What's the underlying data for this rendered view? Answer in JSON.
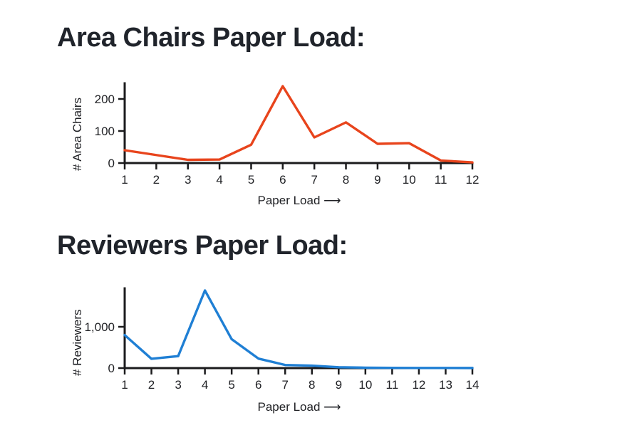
{
  "page": {
    "background_color": "#ffffff",
    "text_color": "#202124"
  },
  "charts": [
    {
      "id": "area-chairs",
      "title": "Area Chairs Paper Load:",
      "ylabel": "# Area Chairs",
      "xlabel": "Paper Load ⟶",
      "line_color": "#e8441c",
      "y_ticks": [
        "0",
        "100",
        "200"
      ],
      "x_ticks": [
        "1",
        "2",
        "3",
        "4",
        "5",
        "6",
        "7",
        "8",
        "9",
        "10",
        "11",
        "12"
      ]
    },
    {
      "id": "reviewers",
      "title": "Reviewers Paper Load:",
      "ylabel": "# Reviewers",
      "xlabel": "Paper Load ⟶",
      "line_color": "#1f7fd4",
      "y_ticks": [
        "0",
        "1,000"
      ],
      "x_ticks": [
        "1",
        "2",
        "3",
        "4",
        "5",
        "6",
        "7",
        "8",
        "9",
        "10",
        "11",
        "12",
        "13",
        "14"
      ]
    }
  ],
  "chart_data": [
    {
      "type": "line",
      "title": "Area Chairs Paper Load:",
      "xlabel": "Paper Load ⟶",
      "ylabel": "# Area Chairs",
      "x": [
        1,
        2,
        3,
        4,
        5,
        6,
        7,
        8,
        9,
        10,
        11,
        12
      ],
      "values": [
        40,
        25,
        10,
        11,
        57,
        240,
        80,
        127,
        60,
        62,
        8,
        2
      ],
      "categories": [
        "1",
        "2",
        "3",
        "4",
        "5",
        "6",
        "7",
        "8",
        "9",
        "10",
        "11",
        "12"
      ],
      "xlim": [
        1,
        12
      ],
      "ylim": [
        0,
        260
      ],
      "y_tick_values": [
        0,
        100,
        200
      ],
      "x_tick_values": [
        1,
        2,
        3,
        4,
        5,
        6,
        7,
        8,
        9,
        10,
        11,
        12
      ],
      "line_color": "#e8441c",
      "grid": false,
      "legend": null
    },
    {
      "type": "line",
      "title": "Reviewers Paper Load:",
      "xlabel": "Paper Load ⟶",
      "ylabel": "# Reviewers",
      "x": [
        1,
        2,
        3,
        4,
        5,
        6,
        7,
        8,
        9,
        10,
        11,
        12,
        13,
        14
      ],
      "values": [
        800,
        225,
        290,
        1880,
        700,
        230,
        75,
        60,
        20,
        10,
        6,
        4,
        3,
        2
      ],
      "categories": [
        "1",
        "2",
        "3",
        "4",
        "5",
        "6",
        "7",
        "8",
        "9",
        "10",
        "11",
        "12",
        "13",
        "14"
      ],
      "xlim": [
        1,
        14
      ],
      "ylim": [
        0,
        2000
      ],
      "y_tick_values": [
        0,
        1000
      ],
      "x_tick_values": [
        1,
        2,
        3,
        4,
        5,
        6,
        7,
        8,
        9,
        10,
        11,
        12,
        13,
        14
      ],
      "line_color": "#1f7fd4",
      "grid": false,
      "legend": null
    }
  ]
}
